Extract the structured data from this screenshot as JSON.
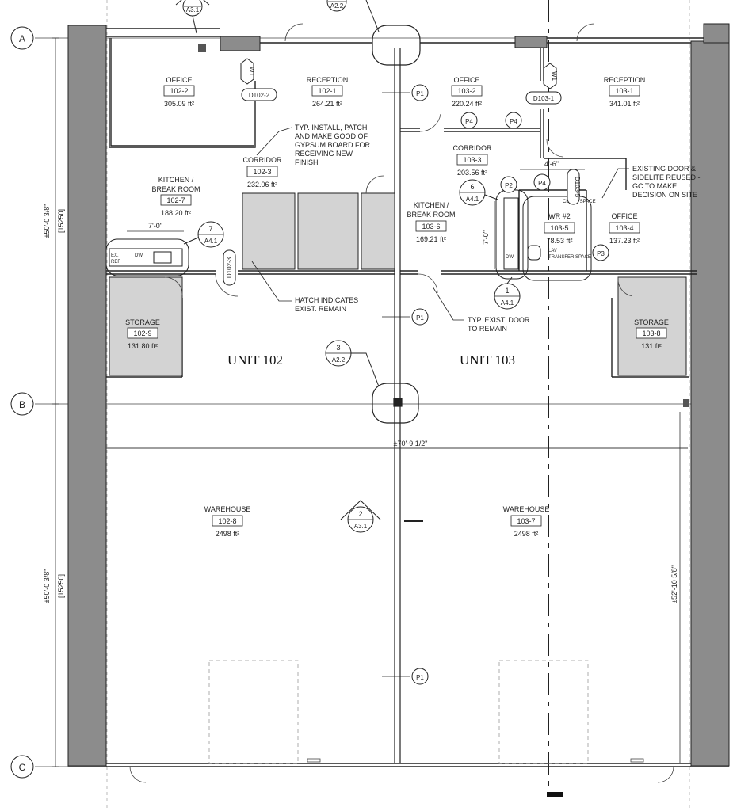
{
  "grid": {
    "a": "A",
    "b": "B",
    "c": "C"
  },
  "section_tags": [
    {
      "num": "",
      "sheet": "A3.1"
    },
    {
      "num": "",
      "sheet": "A2.2"
    },
    {
      "num": "3",
      "sheet": "A2.2"
    },
    {
      "num": "2",
      "sheet": "A3.1"
    }
  ],
  "detail_tags": [
    {
      "num": "7",
      "sheet": "A4.1"
    },
    {
      "num": "6",
      "sheet": "A4.1"
    },
    {
      "num": "1",
      "sheet": "A4.1"
    }
  ],
  "rooms": [
    {
      "name": "OFFICE",
      "num": "102-2",
      "area": "305.09 ft²"
    },
    {
      "name": "RECEPTION",
      "num": "102-1",
      "area": "264.21 ft²"
    },
    {
      "name": "OFFICE",
      "num": "103-2",
      "area": "220.24 ft²"
    },
    {
      "name": "RECEPTION",
      "num": "103-1",
      "area": "341.01 ft²"
    },
    {
      "name": "CORRIDOR",
      "num": "102-3",
      "area": "232.06 ft²"
    },
    {
      "name": "CORRIDOR",
      "num": "103-3",
      "area": "203.56 ft²"
    },
    {
      "name1": "KITCHEN /",
      "name2": "BREAK ROOM",
      "num": "102-7",
      "area": "188.20 ft²"
    },
    {
      "name1": "KITCHEN /",
      "name2": "BREAK ROOM",
      "num": "103-6",
      "area": "169.21 ft²"
    },
    {
      "name": "WR #2",
      "num": "103-5",
      "area": "78.53 ft²"
    },
    {
      "name": "OFFICE",
      "num": "103-4",
      "area": "137.23 ft²"
    },
    {
      "name": "STORAGE",
      "num": "102-9",
      "area": "131.80 ft²"
    },
    {
      "name": "STORAGE",
      "num": "103-8",
      "area": "131 ft²"
    },
    {
      "name": "WAREHOUSE",
      "num": "102-8",
      "area": "2498 ft²"
    },
    {
      "name": "WAREHOUSE",
      "num": "103-7",
      "area": "2498 ft²"
    }
  ],
  "units": {
    "u102": "UNIT 102",
    "u103": "UNIT 103"
  },
  "partition_tags": [
    "P1",
    "P4",
    "P4",
    "P2",
    "P4",
    "P1",
    "P1",
    "P3"
  ],
  "door_tags": [
    "D102-2",
    "D103-1",
    "D102-3",
    "D103-5"
  ],
  "window_tags": [
    "W1",
    "W1"
  ],
  "notes": {
    "gypsum": [
      "TYP. INSTALL, PATCH",
      "AND MAKE GOOD OF",
      "GYPSUM BOARD FOR",
      "RECEIVING NEW",
      "FINISH"
    ],
    "hatch": [
      "HATCH INDICATES",
      "EXIST. REMAIN"
    ],
    "door": [
      "TYP. EXIST. DOOR",
      "TO REMAIN"
    ],
    "sidelite": [
      "EXISTING DOOR &",
      "SIDELITE REUSED -",
      "GC TO MAKE",
      "DECISION ON SITE"
    ]
  },
  "dimensions": {
    "kitchen_width": "7'-0\"",
    "wr_width": "4'-6\"",
    "wr_depth": "7'-0\"",
    "overall_width": "±70'-9 1/2\"",
    "left_upper": "±50'-0 3/8\"",
    "left_upper_metric": "[15250]",
    "left_lower": "±50'-0 3/8\"",
    "left_lower_metric": "[15250]",
    "right_lower": "±52'-10 5/8\""
  },
  "fixtures": {
    "ex_ref": [
      "EX.",
      "REF"
    ],
    "dw": "DW",
    "dw2": "DW"
  },
  "small_notes": {
    "clear_space": "CLEAR SPACE",
    "lav": [
      "LAV",
      "TRANSFER SPACE"
    ]
  },
  "colors": {
    "wall": "#8c8c8c",
    "hatch": "#d3d3d3",
    "line": "#1a1a1a",
    "dash": "#aaaaaa"
  }
}
